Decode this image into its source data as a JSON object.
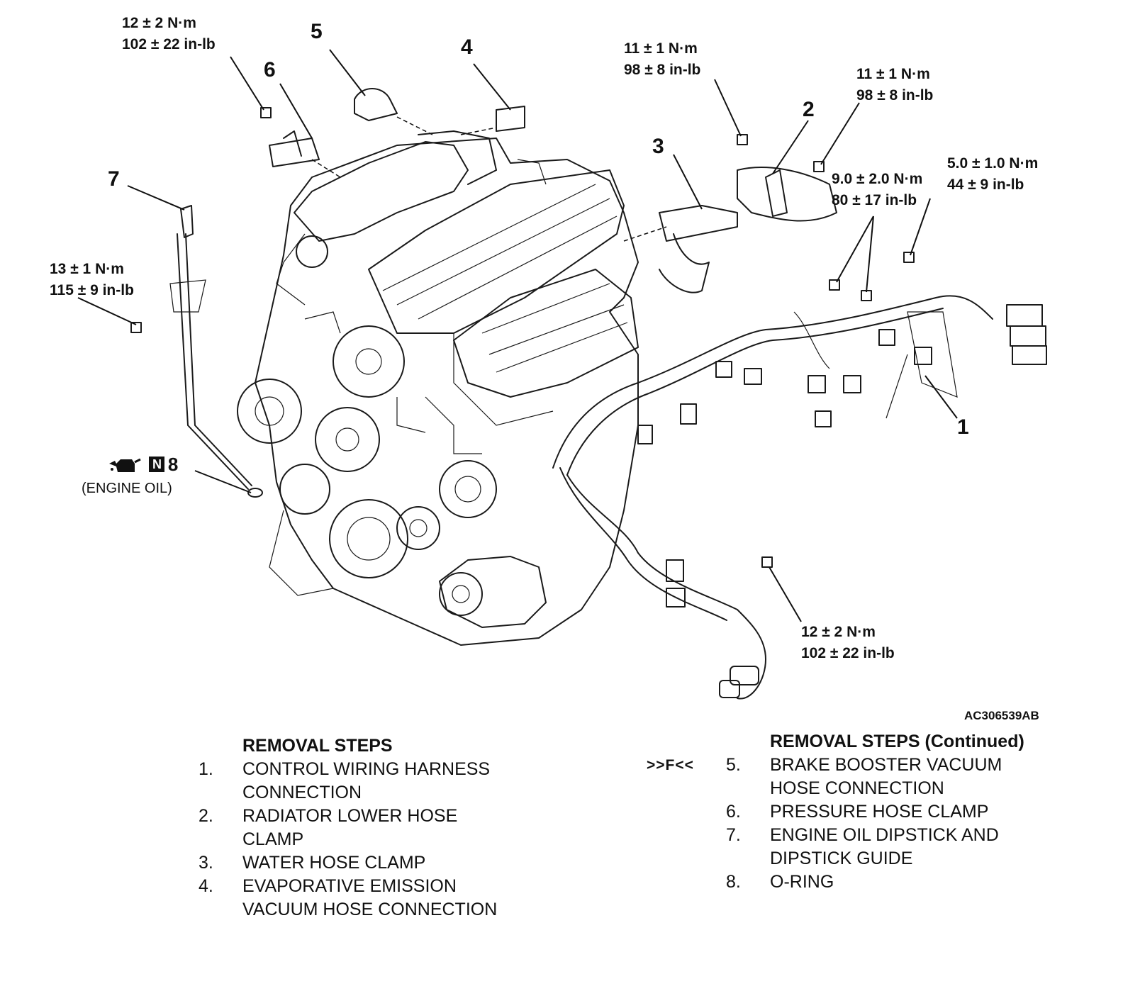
{
  "figure_code": "AC306539AB",
  "callouts": [
    "1",
    "2",
    "3",
    "4",
    "5",
    "6",
    "7"
  ],
  "torque_specs": {
    "t6_bolt": {
      "metric": "12 ± 2 N·m",
      "imperial": "102 ± 22 in-lb"
    },
    "t3_bolt": {
      "metric": "11 ± 1 N·m",
      "imperial": "98 ± 8 in-lb"
    },
    "t2_bolt": {
      "metric": "11 ± 1 N·m",
      "imperial": "98 ± 8 in-lb"
    },
    "t1a_bolt": {
      "metric": "9.0 ± 2.0 N·m",
      "imperial": "80 ± 17 in-lb"
    },
    "t1b_bolt": {
      "metric": "5.0 ± 1.0 N·m",
      "imperial": "44 ± 9 in-lb"
    },
    "t7_bolt": {
      "metric": "13 ± 1 N·m",
      "imperial": "115 ± 9 in-lb"
    },
    "t1c_bolt": {
      "metric": "12 ± 2 N·m",
      "imperial": "102 ± 22 in-lb"
    }
  },
  "oil_note": {
    "badge": "N",
    "number": "8",
    "label": "(ENGINE OIL)"
  },
  "removal_steps_left": {
    "title": "REMOVAL STEPS",
    "items": [
      {
        "num": "1.",
        "text1": "CONTROL WIRING HARNESS",
        "text2": "CONNECTION"
      },
      {
        "num": "2.",
        "text1": "RADIATOR LOWER HOSE",
        "text2": "CLAMP"
      },
      {
        "num": "3.",
        "text1": "WATER HOSE CLAMP",
        "text2": ""
      },
      {
        "num": "4.",
        "text1": "EVAPORATIVE EMISSION",
        "text2": "VACUUM HOSE CONNECTION"
      }
    ]
  },
  "removal_steps_right": {
    "title": "REMOVAL STEPS (Continued)",
    "ref_mark": ">>F<<",
    "items": [
      {
        "num": "5.",
        "text1": "BRAKE BOOSTER VACUUM",
        "text2": "HOSE CONNECTION"
      },
      {
        "num": "6.",
        "text1": "PRESSURE HOSE CLAMP",
        "text2": ""
      },
      {
        "num": "7.",
        "text1": "ENGINE OIL DIPSTICK AND",
        "text2": "DIPSTICK GUIDE"
      },
      {
        "num": "8.",
        "text1": "O-RING",
        "text2": ""
      }
    ]
  }
}
